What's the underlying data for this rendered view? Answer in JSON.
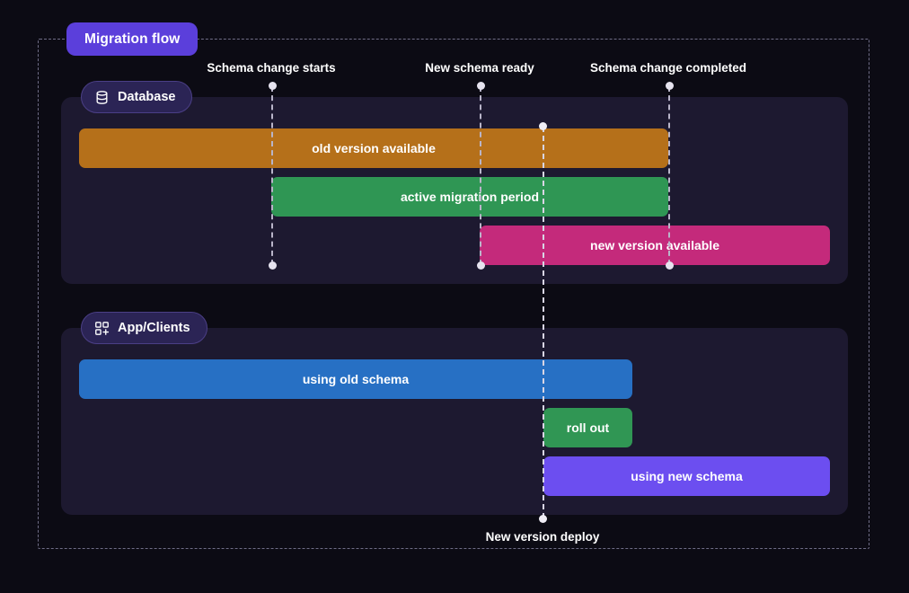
{
  "title": {
    "label": "Migration flow"
  },
  "lanes": [
    {
      "id": "database",
      "label": "Database",
      "icon": "database-icon"
    },
    {
      "id": "app-clients",
      "label": "App/Clients",
      "icon": "apps-add-icon"
    }
  ],
  "markers": [
    {
      "id": "schema-change-starts",
      "label": "Schema change starts"
    },
    {
      "id": "new-schema-ready",
      "label": "New schema ready"
    },
    {
      "id": "schema-change-completed",
      "label": "Schema change completed"
    }
  ],
  "deploy_marker": {
    "id": "new-version-deploy",
    "label": "New version deploy"
  },
  "bars": [
    {
      "id": "old-version-available",
      "label": "old version available",
      "color": "#b5701a",
      "lane": "database"
    },
    {
      "id": "active-migration-period",
      "label": "active migration period",
      "color": "#2f9654",
      "lane": "database"
    },
    {
      "id": "new-version-available",
      "label": "new version available",
      "color": "#c42a7b",
      "lane": "database"
    },
    {
      "id": "using-old-schema",
      "label": "using old schema",
      "color": "#2770c4",
      "lane": "app-clients"
    },
    {
      "id": "roll-out",
      "label": "roll out",
      "color": "#309654",
      "lane": "app-clients"
    },
    {
      "id": "using-new-schema",
      "label": "using new schema",
      "color": "#6c4ef0",
      "lane": "app-clients"
    }
  ],
  "colors": {
    "page_background": "#0c0b14",
    "panel_background": "#1d1930",
    "title_pill": "#5b3fdb",
    "lane_pill": "#2b2455",
    "frame_dash": "#6f6d86",
    "marker_line": "#b9b5c9"
  }
}
